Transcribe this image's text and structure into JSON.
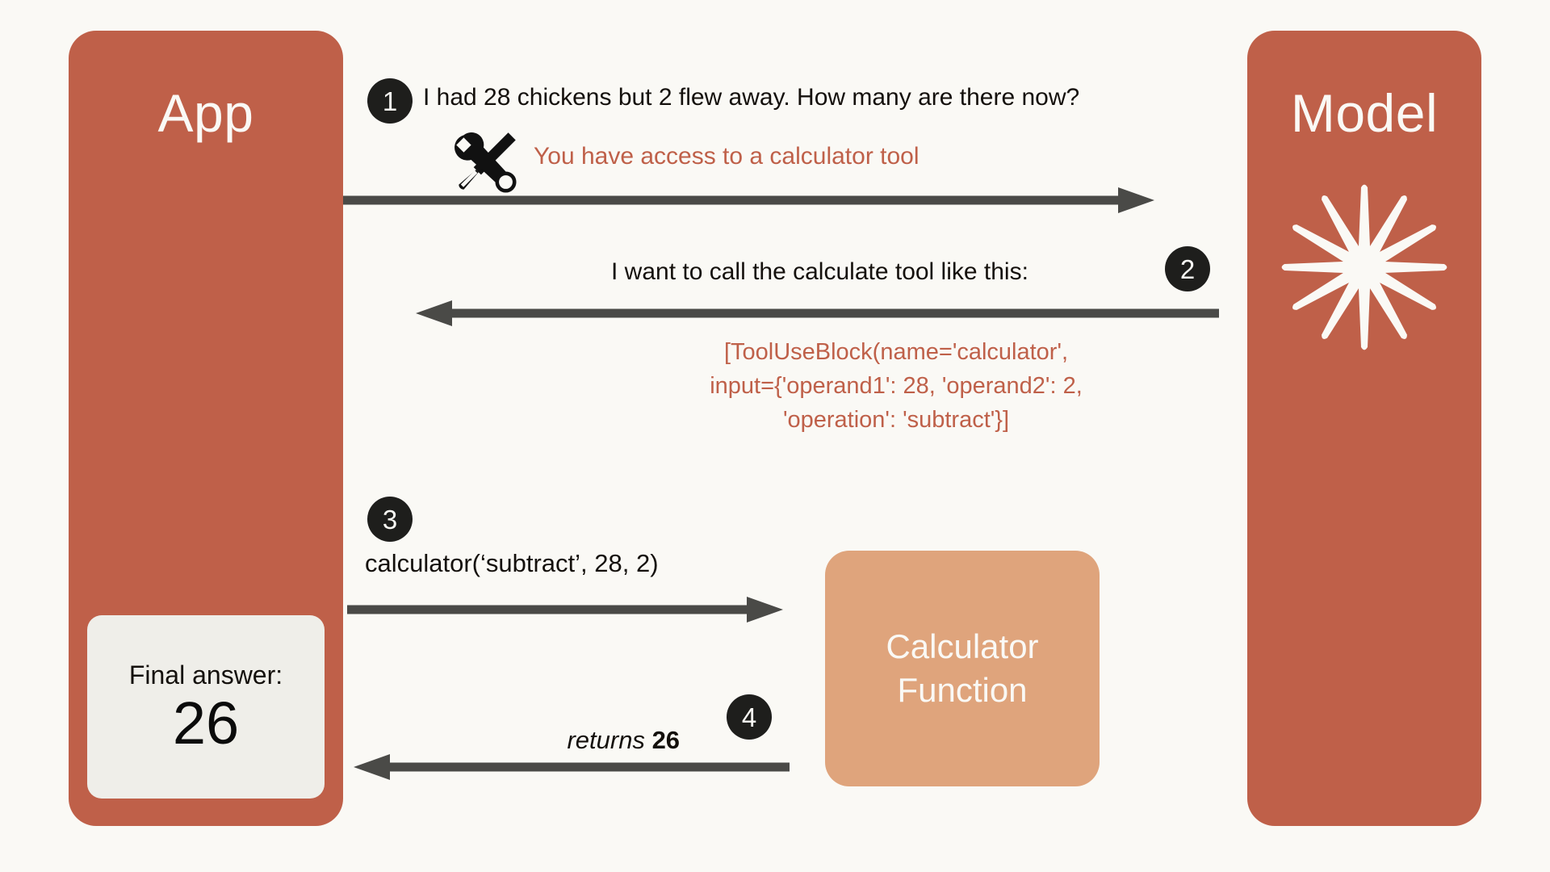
{
  "diagram": {
    "title": "Tool use flow between App, Model and Calculator Function",
    "background_color": "#FAF9F5",
    "accent_color": "#BF6049",
    "panel_color": "#BF6049",
    "calculator_color": "#DFA47C",
    "badge_color": "#1E1E1C",
    "arrow_color": "#4A4A47",
    "text_color": "#14100C"
  },
  "app_panel": {
    "title": "App",
    "final_answer": {
      "label": "Final answer:",
      "value": "26"
    }
  },
  "model_panel": {
    "title": "Model",
    "logo": "anthropic-starburst-icon"
  },
  "calculator_box": {
    "line1": "Calculator",
    "line2": "Function"
  },
  "steps": [
    {
      "number": "1",
      "message": "I had 28 chickens but 2 flew away. How many are there now?",
      "tool_icon": "tools-icon",
      "tool_note": "You have access to a calculator tool",
      "direction": "app-to-model"
    },
    {
      "number": "2",
      "message": "I want to call the calculate tool like this:",
      "code": "[ToolUseBlock(name='calculator',\ninput={'operand1': 28, 'operand2': 2,\n'operation': 'subtract'}]",
      "direction": "model-to-app"
    },
    {
      "number": "3",
      "message": "calculator(‘subtract’, 28, 2)",
      "direction": "app-to-calculator"
    },
    {
      "number": "4",
      "message_italic": "returns ",
      "message_bold": "26",
      "direction": "calculator-to-app"
    }
  ]
}
